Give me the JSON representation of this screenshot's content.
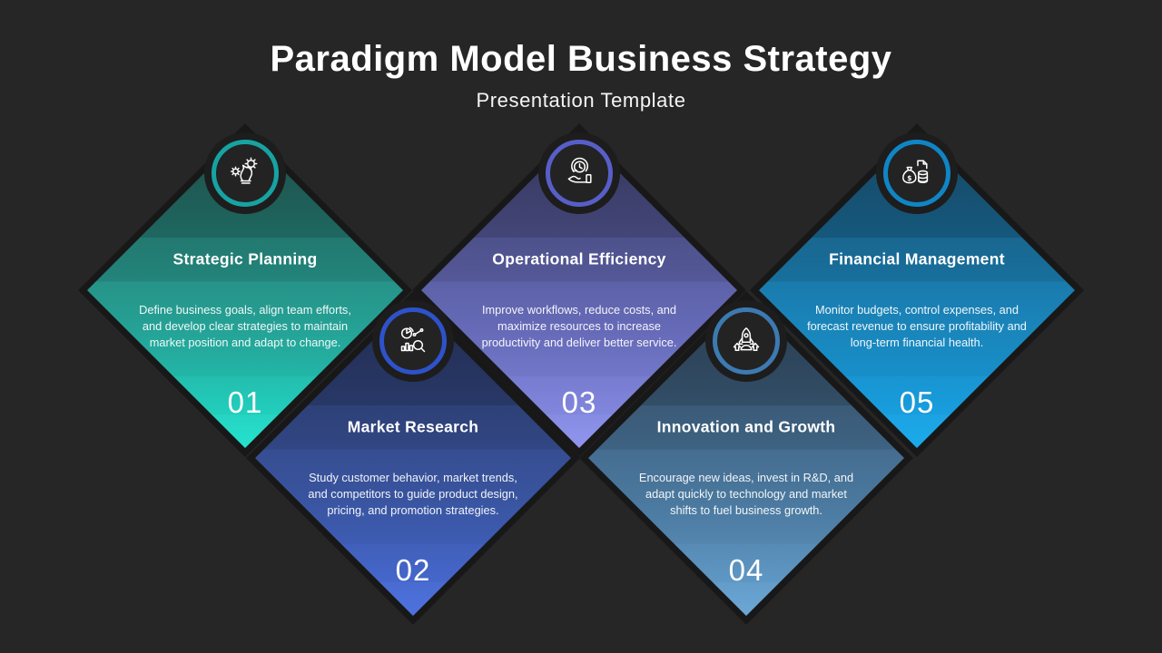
{
  "background": "#262626",
  "header": {
    "title": "Paradigm Model Business Strategy",
    "subtitle": "Presentation Template"
  },
  "items": [
    {
      "number": "01",
      "title": "Strategic Planning",
      "description": "Define business goals, align team efforts, and develop clear strategies to maintain market position and adapt to change.",
      "icon": "chess-strategy-icon",
      "colors": {
        "gradient_top": "#2b6b64",
        "gradient_mid": "#27ab9e",
        "gradient_bottom": "#20e2ce",
        "ring": "#16a3a2"
      }
    },
    {
      "number": "02",
      "title": "Market Research",
      "description": "Study customer behavior, market trends, and competitors to guide product design, pricing, and promotion strategies.",
      "icon": "market-analysis-icon",
      "colors": {
        "gradient_top": "#2f3d6d",
        "gradient_mid": "#3c59a8",
        "gradient_bottom": "#4a6fdf",
        "ring": "#2e52c9"
      }
    },
    {
      "number": "03",
      "title": "Operational Efficiency",
      "description": "Improve workflows, reduce costs, and maximize resources to increase productivity and deliver better service.",
      "icon": "efficiency-clock-hand-icon",
      "colors": {
        "gradient_top": "#494c7f",
        "gradient_mid": "#6b70c2",
        "gradient_bottom": "#8e93ee",
        "ring": "#585ec8"
      }
    },
    {
      "number": "04",
      "title": "Innovation and Growth",
      "description": "Encourage new ideas, invest in R&D, and adapt quickly to technology and market shifts to fuel business growth.",
      "icon": "rocket-growth-icon",
      "colors": {
        "gradient_top": "#39536e",
        "gradient_mid": "#4e7ea6",
        "gradient_bottom": "#68a5d5",
        "ring": "#3c7ab1"
      }
    },
    {
      "number": "05",
      "title": "Financial Management",
      "description": "Monitor budgets, control expenses, and forecast revenue to ensure profitability and long-term financial health.",
      "icon": "money-bag-icon",
      "colors": {
        "gradient_top": "#1f6189",
        "gradient_mid": "#1b8dc6",
        "gradient_bottom": "#16a8ec",
        "ring": "#1085c6"
      }
    }
  ]
}
